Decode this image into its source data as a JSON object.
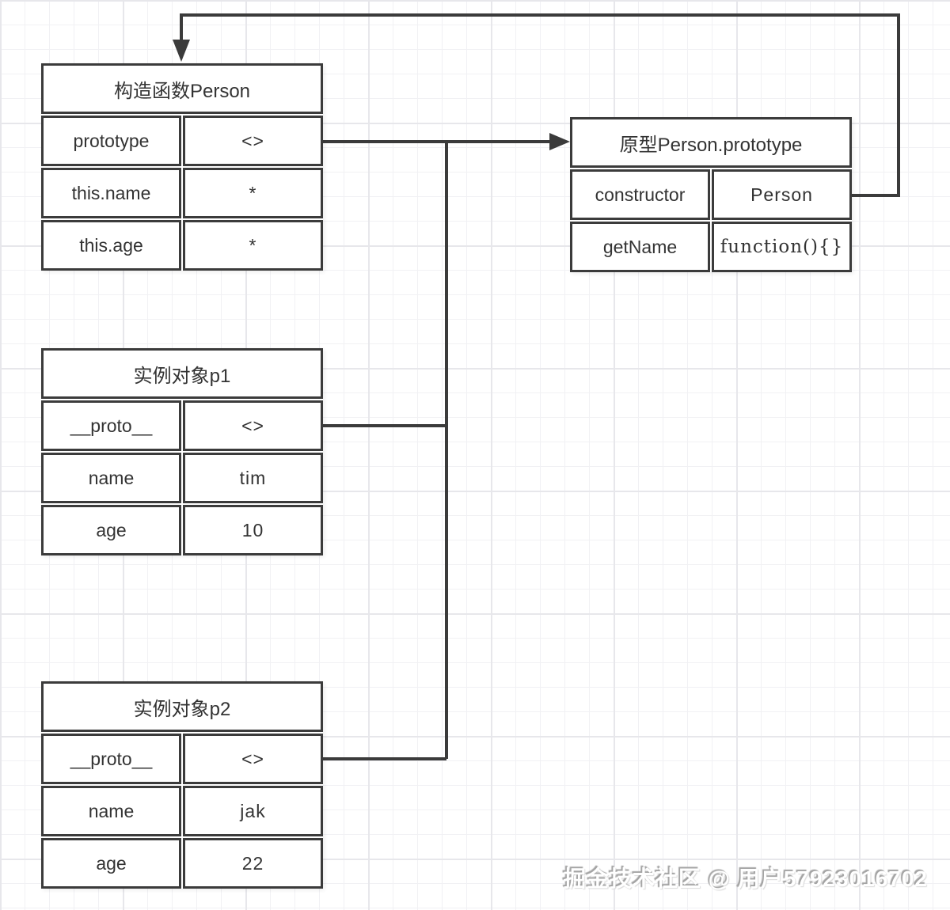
{
  "colors": {
    "line": "#3b3b3b",
    "text": "#333333",
    "cell_background": "#ffffff",
    "grid_minor": "#f1f1f4",
    "grid_major": "#e7e7eb"
  },
  "boxes": {
    "box1": {
      "title": "构造函数Person",
      "rows": [
        {
          "key": "prototype",
          "value": "<>"
        },
        {
          "key": "this.name",
          "value": "*"
        },
        {
          "key": "this.age",
          "value": "*"
        }
      ]
    },
    "box2": {
      "title": "原型Person.prototype",
      "rows": [
        {
          "key": "constructor",
          "value": "Person"
        },
        {
          "key": "getName",
          "value": "function(){}"
        }
      ]
    },
    "box3": {
      "title": "实例对象p1",
      "rows": [
        {
          "key": "__proto__",
          "value": "<>"
        },
        {
          "key": "name",
          "value": "tim"
        },
        {
          "key": "age",
          "value": "10"
        }
      ]
    },
    "box4": {
      "title": "实例对象p2",
      "rows": [
        {
          "key": "__proto__",
          "value": "<>"
        },
        {
          "key": "name",
          "value": "jak"
        },
        {
          "key": "age",
          "value": "22"
        }
      ]
    }
  },
  "connectors": [
    {
      "from": "构造函数Person.prototype",
      "to": "原型Person.prototype",
      "arrow": true
    },
    {
      "from": "原型Person.prototype.constructor",
      "to": "构造函数Person",
      "arrow": true
    },
    {
      "from": "实例对象p1.__proto__",
      "to": "原型Person.prototype",
      "arrow": false
    },
    {
      "from": "实例对象p2.__proto__",
      "to": "原型Person.prototype",
      "arrow": false
    }
  ],
  "watermark": {
    "text": "掘金技术社区 @ 用户57923016702"
  }
}
